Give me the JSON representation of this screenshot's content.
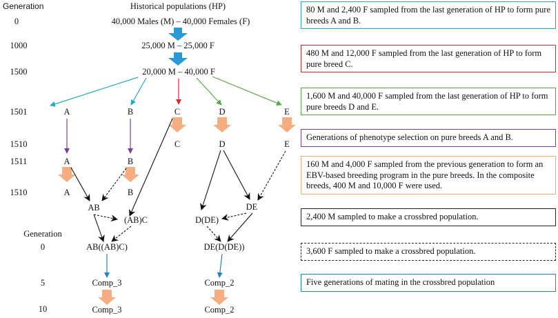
{
  "header": {
    "generation_label": "Generation",
    "historical_label": "Historical populations (HP)"
  },
  "generations": {
    "g0": "0",
    "g1000": "1000",
    "g1500": "1500",
    "g1501": "1501",
    "g1510a": "1510",
    "g1511": "1511",
    "g1510b": "1510",
    "generation2": "Generation",
    "g0b": "0",
    "g5": "5",
    "g10": "10"
  },
  "nodes": {
    "hp_top": "40,000 Males (M) – 40,000 Females (F)",
    "hp_mid": "25,000 M – 25,000 F",
    "hp_bot": "20,000 M – 40,000 F",
    "a1": "A",
    "b1": "B",
    "c1": "C",
    "d1": "D",
    "e1": "E",
    "c2": "C",
    "d2": "D",
    "e2": "E",
    "a2": "A",
    "b2": "B",
    "a3": "A",
    "b3": "B",
    "ab": "AB",
    "abc": "(AB)C",
    "de": "DE",
    "dde": "D(DE)",
    "ab_abc": "AB((AB)C)",
    "de_dde": "DE(D(DE))",
    "comp3a": "Comp_3",
    "comp2a": "Comp_2",
    "comp3b": "Comp_3",
    "comp2b": "Comp_2"
  },
  "legend": [
    {
      "text": "80 M and 2,400 F sampled from the last generation of HP to form pure breeds A and B.",
      "color": "#29a8c8",
      "style": "solid"
    },
    {
      "text": "480 M and 12,000 F sampled from the last generation of HP to form pure breed C.",
      "color": "#d9282f",
      "style": "solid"
    },
    {
      "text": "1,600 M and 40,000 F sampled from the last generation of HP to form pure breeds D and E.",
      "color": "#5aa845",
      "style": "solid"
    },
    {
      "text": "Generations of phenotype selection on pure breeds A and B.",
      "color": "#7b3fa0",
      "style": "solid"
    },
    {
      "text": "160 M and 4,000 F sampled from the previous generation to form an EBV-based breeding program in the pure breeds. In the composite breeds, 400 M and 10,000 F were used.",
      "color": "#f4a97a",
      "style": "solid"
    },
    {
      "text": "2,400 M sampled to make a crossbred population.",
      "color": "#222222",
      "style": "solid"
    },
    {
      "text": "3,600 F sampled to make a crossbred population.",
      "color": "#222222",
      "style": "dashed"
    },
    {
      "text": "Five generations of mating in the crossbred population",
      "color": "#1f83c4",
      "style": "solid"
    }
  ],
  "colors": {
    "blue_arrow": "#2a9ad6",
    "orange_arrow": "#f6ad82",
    "cyan": "#29a8c8",
    "red": "#d9282f",
    "green": "#5aa845",
    "purple": "#7b3fa0",
    "black": "#111111",
    "comp_blue": "#1f83c4"
  }
}
